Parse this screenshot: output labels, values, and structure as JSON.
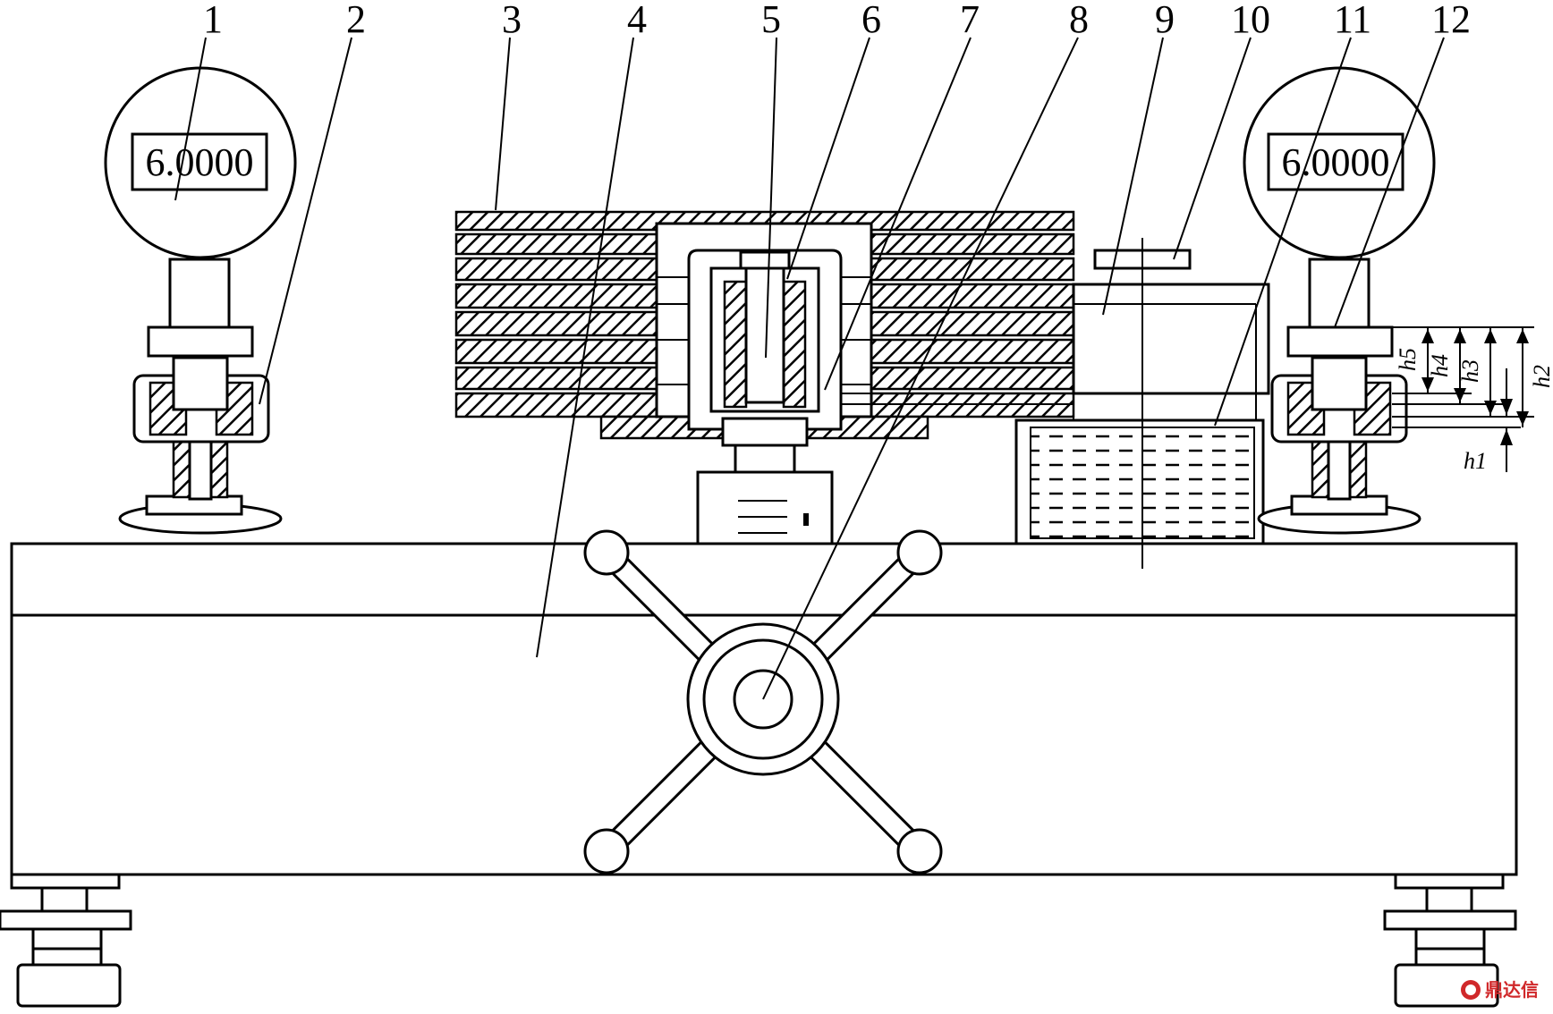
{
  "callouts": [
    "1",
    "2",
    "3",
    "4",
    "5",
    "6",
    "7",
    "8",
    "9",
    "10",
    "11",
    "12"
  ],
  "left_gauge": {
    "display": "6.0000"
  },
  "right_gauge": {
    "display": "6.0000"
  },
  "dimensions": [
    "h5",
    "h4",
    "h3",
    "h2",
    "h1"
  ],
  "watermark": "鼎达信",
  "colors": {
    "line": "#000000",
    "background": "#ffffff",
    "watermark": "#d0282a"
  }
}
